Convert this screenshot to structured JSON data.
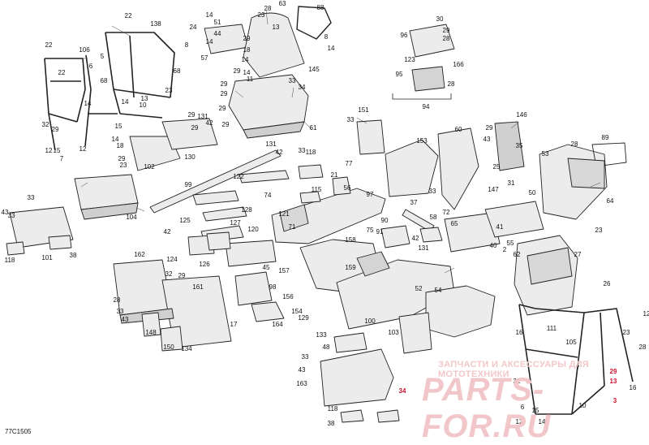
{
  "diagram": {
    "caption": "77C1505",
    "watermark_text": "ЗАПЧАСТИ И АКСЕССУАРЫ ДЛЯ МОТОТЕХНИКИ",
    "watermark_logo": "PARTS-FOR.RU",
    "watermark_color": "#f2c7c9",
    "line_color": "#222222",
    "callouts": [
      {
        "id": "c001",
        "text": "22"
      },
      {
        "id": "c002",
        "text": "138"
      },
      {
        "id": "c003",
        "text": "14"
      },
      {
        "id": "c004",
        "text": "24"
      },
      {
        "id": "c005",
        "text": "51"
      },
      {
        "id": "c006",
        "text": "44"
      },
      {
        "id": "c007",
        "text": "14"
      },
      {
        "id": "c008",
        "text": "57"
      },
      {
        "id": "c009",
        "text": "63"
      },
      {
        "id": "c010",
        "text": "88"
      },
      {
        "id": "c011",
        "text": "23"
      },
      {
        "id": "c012",
        "text": "28"
      },
      {
        "id": "c013",
        "text": "13"
      },
      {
        "id": "c014",
        "text": "29"
      },
      {
        "id": "c015",
        "text": "18"
      },
      {
        "id": "c016",
        "text": "8"
      },
      {
        "id": "c017",
        "text": "14"
      },
      {
        "id": "c018",
        "text": "14"
      },
      {
        "id": "c019",
        "text": "145"
      },
      {
        "id": "c020",
        "text": "29"
      },
      {
        "id": "c021",
        "text": "14"
      },
      {
        "id": "c022",
        "text": "11"
      },
      {
        "id": "c023",
        "text": "29"
      },
      {
        "id": "c024",
        "text": "33"
      },
      {
        "id": "c025",
        "text": "34"
      },
      {
        "id": "c026",
        "text": "29"
      },
      {
        "id": "c027",
        "text": "29"
      },
      {
        "id": "c028",
        "text": "29"
      },
      {
        "id": "c029",
        "text": "61"
      },
      {
        "id": "c030",
        "text": "30"
      },
      {
        "id": "c031",
        "text": "29"
      },
      {
        "id": "c032",
        "text": "96"
      },
      {
        "id": "c033",
        "text": "28"
      },
      {
        "id": "c034",
        "text": "123"
      },
      {
        "id": "c035",
        "text": "166"
      },
      {
        "id": "c036",
        "text": "95"
      },
      {
        "id": "c037",
        "text": "28"
      },
      {
        "id": "c038",
        "text": "94"
      },
      {
        "id": "c039",
        "text": "22"
      },
      {
        "id": "c040",
        "text": "106"
      },
      {
        "id": "c041",
        "text": "6"
      },
      {
        "id": "c042",
        "text": "22"
      },
      {
        "id": "c043",
        "text": "68"
      },
      {
        "id": "c044",
        "text": "5"
      },
      {
        "id": "c045",
        "text": "8"
      },
      {
        "id": "c046",
        "text": "68"
      },
      {
        "id": "c047",
        "text": "32"
      },
      {
        "id": "c048",
        "text": "29"
      },
      {
        "id": "c049",
        "text": "12"
      },
      {
        "id": "c050",
        "text": "7"
      },
      {
        "id": "c051",
        "text": "15"
      },
      {
        "id": "c052",
        "text": "12"
      },
      {
        "id": "c053",
        "text": "14"
      },
      {
        "id": "c054",
        "text": "13"
      },
      {
        "id": "c055",
        "text": "10"
      },
      {
        "id": "c056",
        "text": "23"
      },
      {
        "id": "c057",
        "text": "14"
      },
      {
        "id": "c058",
        "text": "15"
      },
      {
        "id": "c059",
        "text": "29"
      },
      {
        "id": "c060",
        "text": "131"
      },
      {
        "id": "c061",
        "text": "42"
      },
      {
        "id": "c062",
        "text": "29"
      },
      {
        "id": "c063",
        "text": "130"
      },
      {
        "id": "c064",
        "text": "102"
      },
      {
        "id": "c065",
        "text": "14"
      },
      {
        "id": "c066",
        "text": "18"
      },
      {
        "id": "c067",
        "text": "29"
      },
      {
        "id": "c068",
        "text": "23"
      },
      {
        "id": "c069",
        "text": "151"
      },
      {
        "id": "c070",
        "text": "33"
      },
      {
        "id": "c071",
        "text": "153"
      },
      {
        "id": "c072",
        "text": "60"
      },
      {
        "id": "c073",
        "text": "146"
      },
      {
        "id": "c074",
        "text": "29"
      },
      {
        "id": "c075",
        "text": "43"
      },
      {
        "id": "c076",
        "text": "28"
      },
      {
        "id": "c077",
        "text": "89"
      },
      {
        "id": "c078",
        "text": "53"
      },
      {
        "id": "c079",
        "text": "35"
      },
      {
        "id": "c080",
        "text": "131"
      },
      {
        "id": "c081",
        "text": "42"
      },
      {
        "id": "c082",
        "text": "33"
      },
      {
        "id": "c083",
        "text": "118"
      },
      {
        "id": "c084",
        "text": "122"
      },
      {
        "id": "c085",
        "text": "77"
      },
      {
        "id": "c086",
        "text": "21"
      },
      {
        "id": "c087",
        "text": "115"
      },
      {
        "id": "c088",
        "text": "56"
      },
      {
        "id": "c089",
        "text": "33"
      },
      {
        "id": "c090",
        "text": "97"
      },
      {
        "id": "c091",
        "text": "37"
      },
      {
        "id": "c092",
        "text": "25"
      },
      {
        "id": "c093",
        "text": "147"
      },
      {
        "id": "c094",
        "text": "31"
      },
      {
        "id": "c095",
        "text": "50"
      },
      {
        "id": "c096",
        "text": "64"
      },
      {
        "id": "c097",
        "text": "33"
      },
      {
        "id": "c098",
        "text": "104"
      },
      {
        "id": "c099",
        "text": "99"
      },
      {
        "id": "c100",
        "text": "74"
      },
      {
        "id": "c101",
        "text": "128"
      },
      {
        "id": "c102",
        "text": "127"
      },
      {
        "id": "c103",
        "text": "125"
      },
      {
        "id": "c104",
        "text": "42"
      },
      {
        "id": "c105",
        "text": "121"
      },
      {
        "id": "c106",
        "text": "71"
      },
      {
        "id": "c107",
        "text": "58"
      },
      {
        "id": "c108",
        "text": "72"
      },
      {
        "id": "c109",
        "text": "65"
      },
      {
        "id": "c110",
        "text": "41"
      },
      {
        "id": "c111",
        "text": "23"
      },
      {
        "id": "c112",
        "text": "33"
      },
      {
        "id": "c113",
        "text": "101"
      },
      {
        "id": "c114",
        "text": "38"
      },
      {
        "id": "c115",
        "text": "43"
      },
      {
        "id": "c116",
        "text": "118"
      },
      {
        "id": "c117",
        "text": "120"
      },
      {
        "id": "c118",
        "text": "124"
      },
      {
        "id": "c119",
        "text": "126"
      },
      {
        "id": "c120",
        "text": "158"
      },
      {
        "id": "c121",
        "text": "75"
      },
      {
        "id": "c122",
        "text": "91"
      },
      {
        "id": "c123",
        "text": "42"
      },
      {
        "id": "c124",
        "text": "131"
      },
      {
        "id": "c125",
        "text": "90"
      },
      {
        "id": "c126",
        "text": "40"
      },
      {
        "id": "c127",
        "text": "2"
      },
      {
        "id": "c128",
        "text": "55"
      },
      {
        "id": "c129",
        "text": "62"
      },
      {
        "id": "c130",
        "text": "27"
      },
      {
        "id": "c131",
        "text": "26"
      },
      {
        "id": "c132",
        "text": "162"
      },
      {
        "id": "c133",
        "text": "32"
      },
      {
        "id": "c134",
        "text": "29"
      },
      {
        "id": "c135",
        "text": "161"
      },
      {
        "id": "c136",
        "text": "45"
      },
      {
        "id": "c137",
        "text": "98"
      },
      {
        "id": "c138",
        "text": "157"
      },
      {
        "id": "c139",
        "text": "159"
      },
      {
        "id": "c140",
        "text": "52"
      },
      {
        "id": "c141",
        "text": "154"
      },
      {
        "id": "c142",
        "text": "129"
      },
      {
        "id": "c143",
        "text": "156"
      },
      {
        "id": "c144",
        "text": "100"
      },
      {
        "id": "c145",
        "text": "54"
      },
      {
        "id": "c146",
        "text": "28"
      },
      {
        "id": "c147",
        "text": "33"
      },
      {
        "id": "c148",
        "text": "43"
      },
      {
        "id": "c149",
        "text": "148"
      },
      {
        "id": "c150",
        "text": "134"
      },
      {
        "id": "c151",
        "text": "150"
      },
      {
        "id": "c152",
        "text": "17"
      },
      {
        "id": "c153",
        "text": "164"
      },
      {
        "id": "c154",
        "text": "103"
      },
      {
        "id": "c155",
        "text": "133"
      },
      {
        "id": "c156",
        "text": "48"
      },
      {
        "id": "c157",
        "text": "33"
      },
      {
        "id": "c158",
        "text": "43"
      },
      {
        "id": "c159",
        "text": "163"
      },
      {
        "id": "c160",
        "text": "118"
      },
      {
        "id": "c161",
        "text": "38"
      },
      {
        "id": "c162",
        "text": "34"
      },
      {
        "id": "c163",
        "text": "111"
      },
      {
        "id": "c164",
        "text": "16"
      },
      {
        "id": "c165",
        "text": "32"
      },
      {
        "id": "c166",
        "text": "6"
      },
      {
        "id": "c167",
        "text": "12"
      },
      {
        "id": "c168",
        "text": "15"
      },
      {
        "id": "c169",
        "text": "14"
      },
      {
        "id": "c170",
        "text": "10"
      },
      {
        "id": "c171",
        "text": "3"
      },
      {
        "id": "c172",
        "text": "12"
      },
      {
        "id": "c173",
        "text": "28"
      },
      {
        "id": "c174",
        "text": "29"
      },
      {
        "id": "c175",
        "text": "13"
      },
      {
        "id": "c176",
        "text": "105"
      },
      {
        "id": "c177",
        "text": "23"
      },
      {
        "id": "c178",
        "text": "7"
      },
      {
        "id": "c179",
        "text": "16"
      }
    ]
  }
}
